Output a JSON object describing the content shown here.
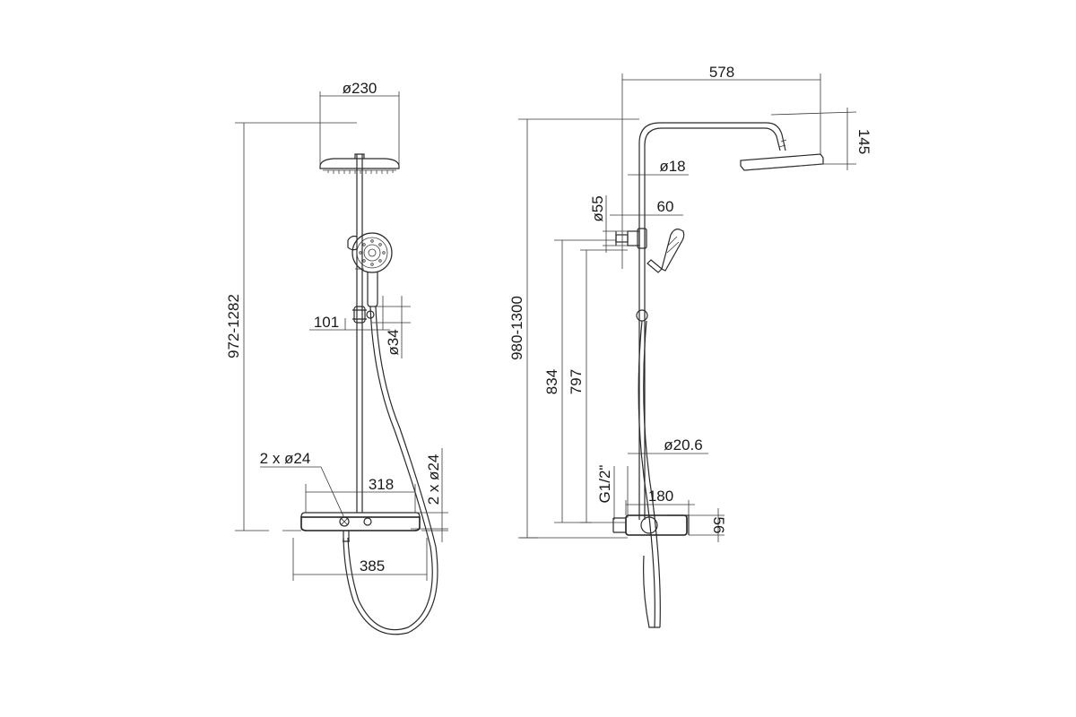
{
  "front_view": {
    "head_diameter": "ø230",
    "overall_height": "972-1282",
    "slider_offset": "101",
    "slider_diameter": "ø34",
    "outlet_diameters": "2 x ø24",
    "connection_diameters": "2 x ø24",
    "center_distance": "318",
    "shelf_width": "385"
  },
  "side_view": {
    "projection": "578",
    "head_drop": "145",
    "rail_diameter": "ø18",
    "bracket_diameter": "ø55",
    "bracket_depth": "60",
    "overall_height": "980-1300",
    "height_834": "834",
    "height_797": "797",
    "hose_diameter": "ø20.6",
    "thread": "G1/2\"",
    "shelf_depth": "180",
    "shelf_height": "56"
  }
}
